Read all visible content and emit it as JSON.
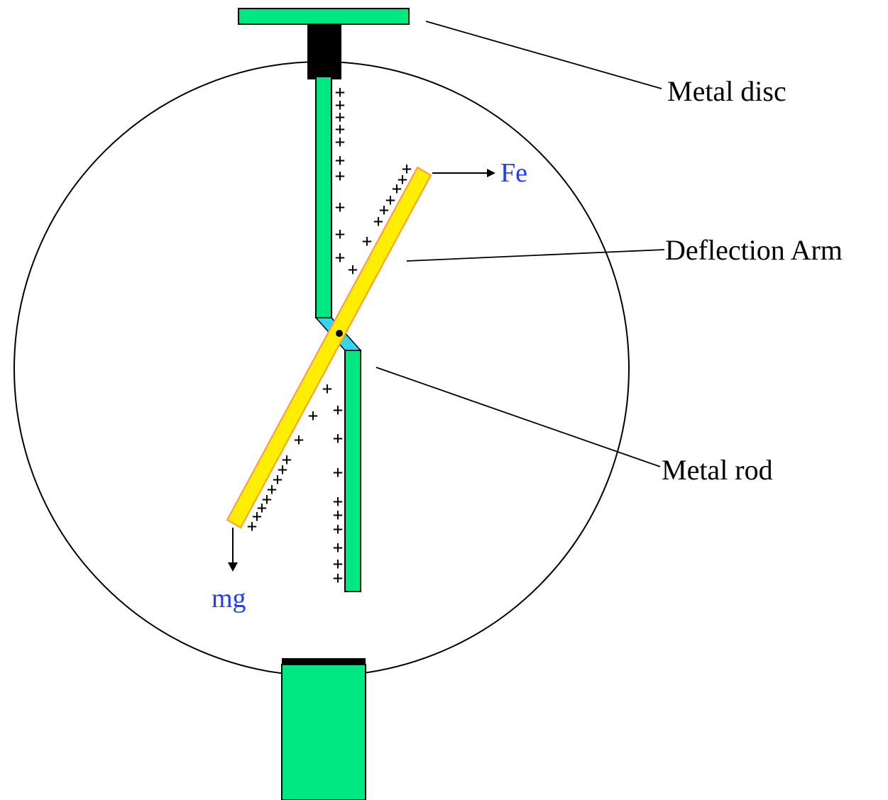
{
  "labels": {
    "metal_disc": "Metal disc",
    "deflection_arm": "Deflection Arm",
    "metal_rod": "Metal rod",
    "force_electric": "Fe",
    "force_gravity": "mg"
  },
  "charge_symbol": "+",
  "colors": {
    "rod_green": "#00e882",
    "arm_yellow": "#ffee00",
    "arm_outline": "#ff9a3c",
    "pivot_cyan": "#33d6f0",
    "cap_black": "#000000",
    "force_label_blue": "#1f3cff",
    "background": "#ffffff"
  }
}
